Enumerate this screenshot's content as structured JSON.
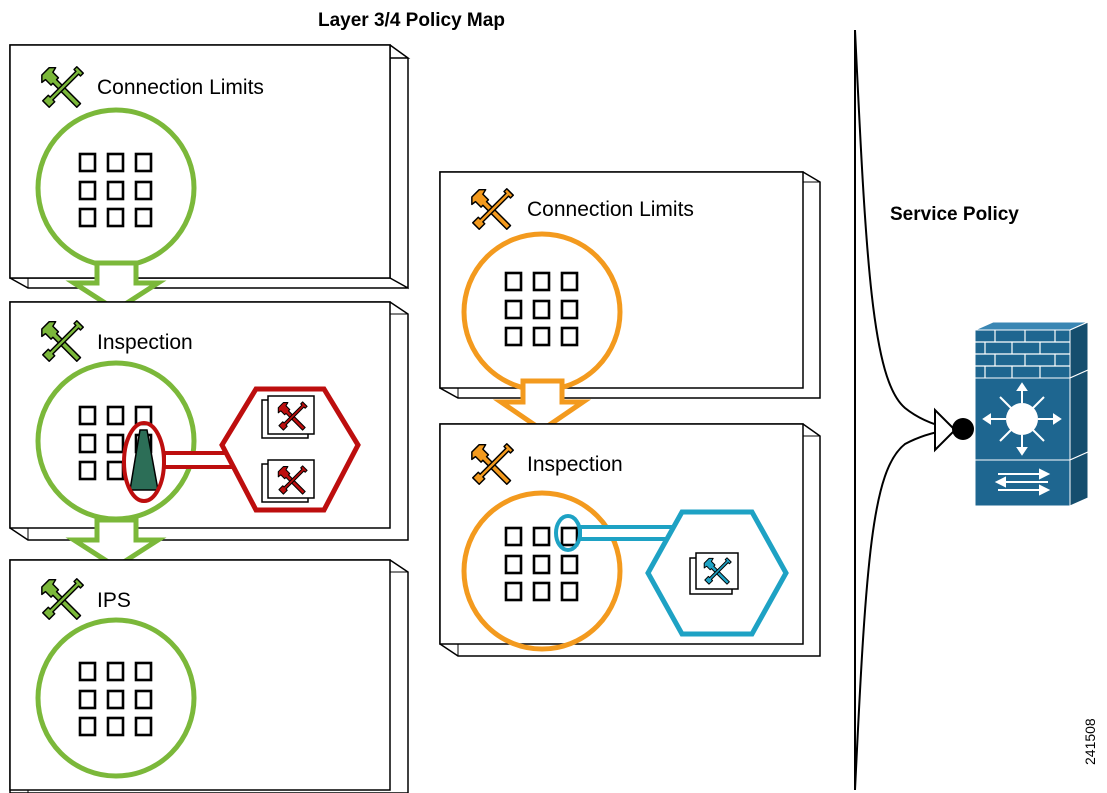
{
  "diagram": {
    "title": "Layer 3/4 Policy Map",
    "service_policy_label": "Service Policy",
    "figure_id": "241508"
  },
  "colors": {
    "green": "#7bb83a",
    "orange": "#f39a1e",
    "red": "#bd0e0e",
    "blue": "#1ea2c4",
    "device": "#1e6690"
  },
  "policy_map_green": {
    "boxes": [
      {
        "label": "Connection Limits",
        "icon": "tools-icon"
      },
      {
        "label": "Inspection",
        "icon": "tools-icon"
      },
      {
        "label": "IPS",
        "icon": "tools-icon"
      }
    ],
    "inspection_target": {
      "shape": "hexagon",
      "icons": [
        "tools-icon",
        "tools-icon"
      ]
    }
  },
  "policy_map_orange": {
    "boxes": [
      {
        "label": "Connection Limits",
        "icon": "tools-icon"
      },
      {
        "label": "Inspection",
        "icon": "tools-icon"
      }
    ],
    "inspection_target": {
      "shape": "hexagon",
      "icons": [
        "tools-icon"
      ]
    }
  },
  "device": {
    "icon": "firewall-switch-icon"
  }
}
